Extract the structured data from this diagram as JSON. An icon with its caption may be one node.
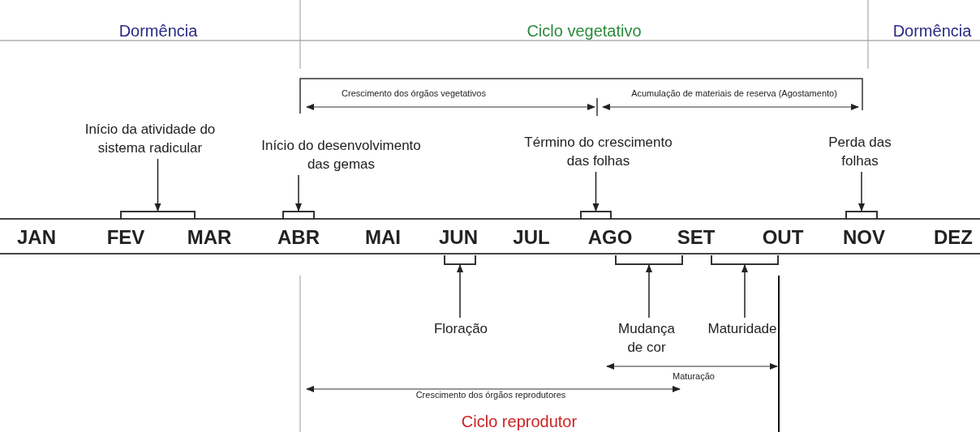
{
  "diagram": {
    "nodes": [
      {
        "text": [
          "Início da atividade do sistema radicular"
        ]
      },
      {
        "text": [],
        "shape": "bracket"
      },
      {
        "text": [
          "Início do desenvolvimento das gemas"
        ]
      },
      {
        "text": [],
        "shape": "bracket"
      },
      {
        "text": [
          "Término do crescimento das folhas"
        ]
      },
      {
        "text": [],
        "shape": "bracket"
      },
      {
        "text": [
          "Perda das folhas"
        ]
      },
      {
        "text": [],
        "shape": "bracket"
      },
      {
        "text": [],
        "shape": "bracket"
      },
      {
        "text": [
          "Floração"
        ]
      },
      {
        "text": [],
        "shape": "bracket"
      },
      {
        "text": [
          "Mudança de cor"
        ]
      },
      {
        "text": [],
        "shape": "bracket"
      },
      {
        "text": [
          "Maturidade"
        ]
      }
    ],
    "edges": [
      {
        "from": 0,
        "to": 1,
        "arrow": "to"
      },
      {
        "from": 2,
        "to": 3,
        "arrow": "to"
      },
      {
        "from": 4,
        "to": 5,
        "arrow": "to"
      },
      {
        "from": 6,
        "to": 7,
        "arrow": "to"
      },
      {
        "from": 9,
        "to": 8,
        "arrow": "to"
      },
      {
        "from": 11,
        "to": 10,
        "arrow": "to"
      },
      {
        "from": 13,
        "to": 12,
        "arrow": "to"
      }
    ],
    "labels": [
      "Dormência",
      "Ciclo vegetativo",
      "Dormência",
      "Crescimento dos órgãos vegetativos",
      "Acumulação de materiais de reserva (Agostamento)",
      "JAN",
      "FEV",
      "MAR",
      "ABR",
      "MAI",
      "JUN",
      "JUL",
      "AGO",
      "SET",
      "OUT",
      "NOV",
      "DEZ",
      "Maturação",
      "Crescimento dos órgãos reprodutores",
      "Ciclo reprodutor"
    ]
  }
}
